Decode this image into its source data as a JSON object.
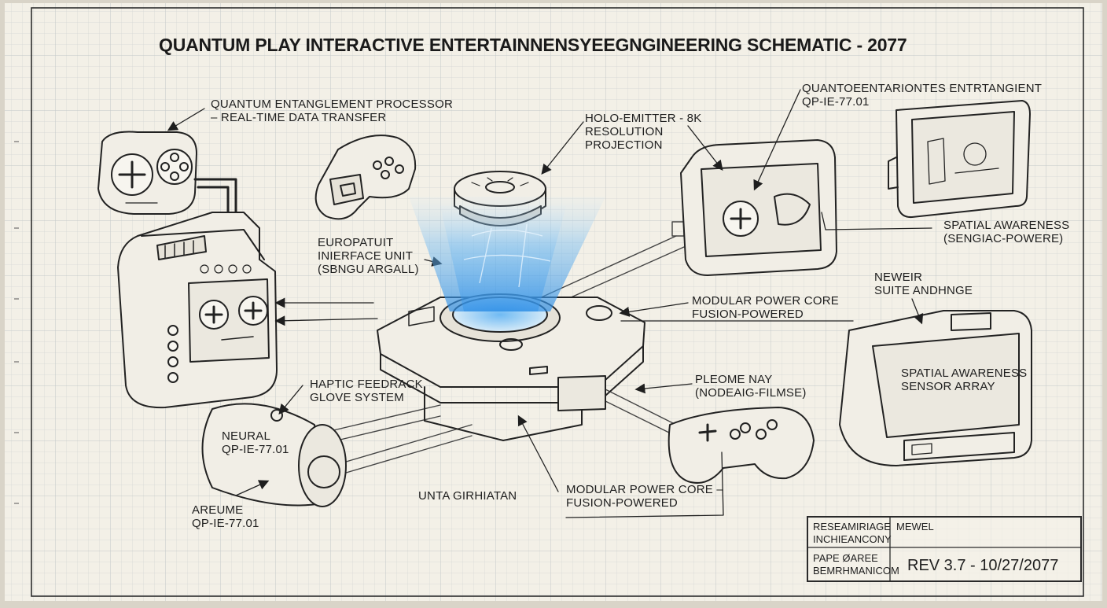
{
  "title": "QUANTUM PLAY INTERACTIVE ENTERTAINNENSYEEGNGINEERING SCHEMATIC - 2077",
  "colors": {
    "paper": "#f3f0e7",
    "grid": "#c9cfd2",
    "ink": "#1e1e1e",
    "holo_beam": "#4aa8f0"
  },
  "callouts": {
    "quantum_processor": [
      "QUANTUM ENTANGLEMENT PROCESSOR",
      "– REAL-TIME DATA TRANSFER"
    ],
    "holo_emitter": [
      "HOLO-EMITTER - 8K",
      "RESOLUTION",
      "PROJECTION"
    ],
    "quantoe": [
      "QUANTOEENTARIONTES ENTRTANGIENT",
      "QP-IE-77.01"
    ],
    "spatial_awareness_top": [
      "SPATIAL AWARENESS",
      "(SENGIAC-POWERE)"
    ],
    "interface_unit": [
      "EUROPATUIT",
      "INIERFACE UNIT",
      "(SBNGU ARGALL)"
    ],
    "power_core_top": [
      "MODULAR POWER CORE",
      "FUSION-POWERED"
    ],
    "newer_suite": [
      "NEWEIR",
      "SUITE ANDHNGE"
    ],
    "haptic_glove": [
      "HAPTIC FEEDRACK",
      "GLOVE SYSTEM"
    ],
    "pleome": [
      "PLEOME NAY",
      "(NODEAIG-FILMSE)"
    ],
    "neural": [
      "NEURAL",
      "QP-IE-77.01"
    ],
    "spatial_sensor": [
      "SPATIAL AWARENESS",
      "SENSOR ARRAY"
    ],
    "unta": [
      "UNTA GIRHIATAN"
    ],
    "power_core_bottom": [
      "MODULAR POWER CORE –",
      "FUSION-POWERED"
    ],
    "areume": [
      "AREUME",
      "QP-IE-77.01"
    ]
  },
  "title_block": {
    "cell_1": [
      "RESEAMIRIAGE",
      "INCHIEANCONY"
    ],
    "cell_2": [
      "MEWEL"
    ],
    "cell_3": [
      "PAPE ØAREE",
      "BEMRHMANICOM"
    ],
    "revision": "REV 3.7 - 10/27/2077"
  }
}
